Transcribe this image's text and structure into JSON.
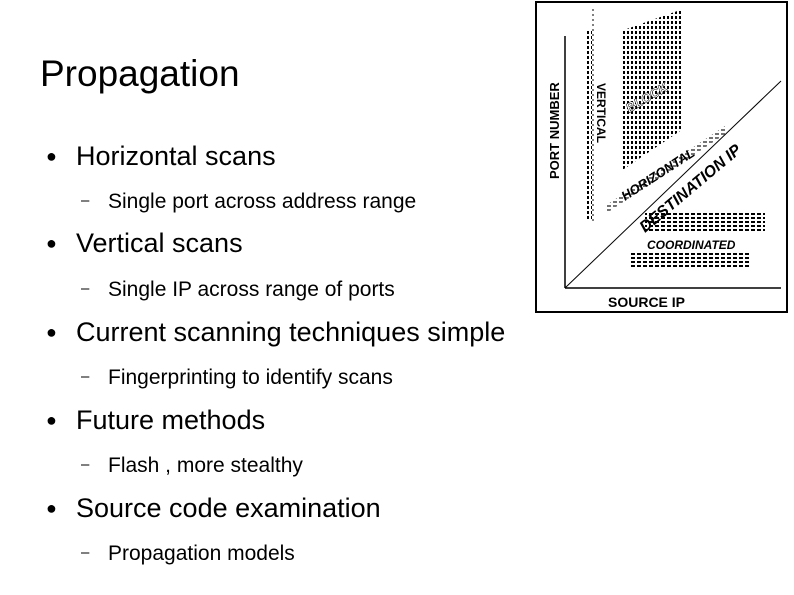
{
  "slide": {
    "title": "Propagation",
    "bullet_glyph": "●",
    "sub_glyph": "–",
    "items": [
      {
        "text": "Horizontal scans",
        "sub": "Single port across address range"
      },
      {
        "text": "Vertical scans",
        "sub": "Single IP across range of ports"
      },
      {
        "text": "Current scanning techniques simple",
        "sub": "Fingerprinting to identify scans"
      },
      {
        "text": "Future methods",
        "sub": "Flash , more stealthy"
      },
      {
        "text": "Source code examination",
        "sub": "Propagation models"
      }
    ]
  },
  "figure": {
    "y_axis_label": "PORT NUMBER",
    "x_axis_label": "SOURCE IP",
    "diag_axis_label": "DESTINATION IP",
    "regions": {
      "vertical": "VERTICAL",
      "block": "BLOCK",
      "horizontal": "HORIZONTAL",
      "coordinated": "COORDINATED"
    }
  }
}
